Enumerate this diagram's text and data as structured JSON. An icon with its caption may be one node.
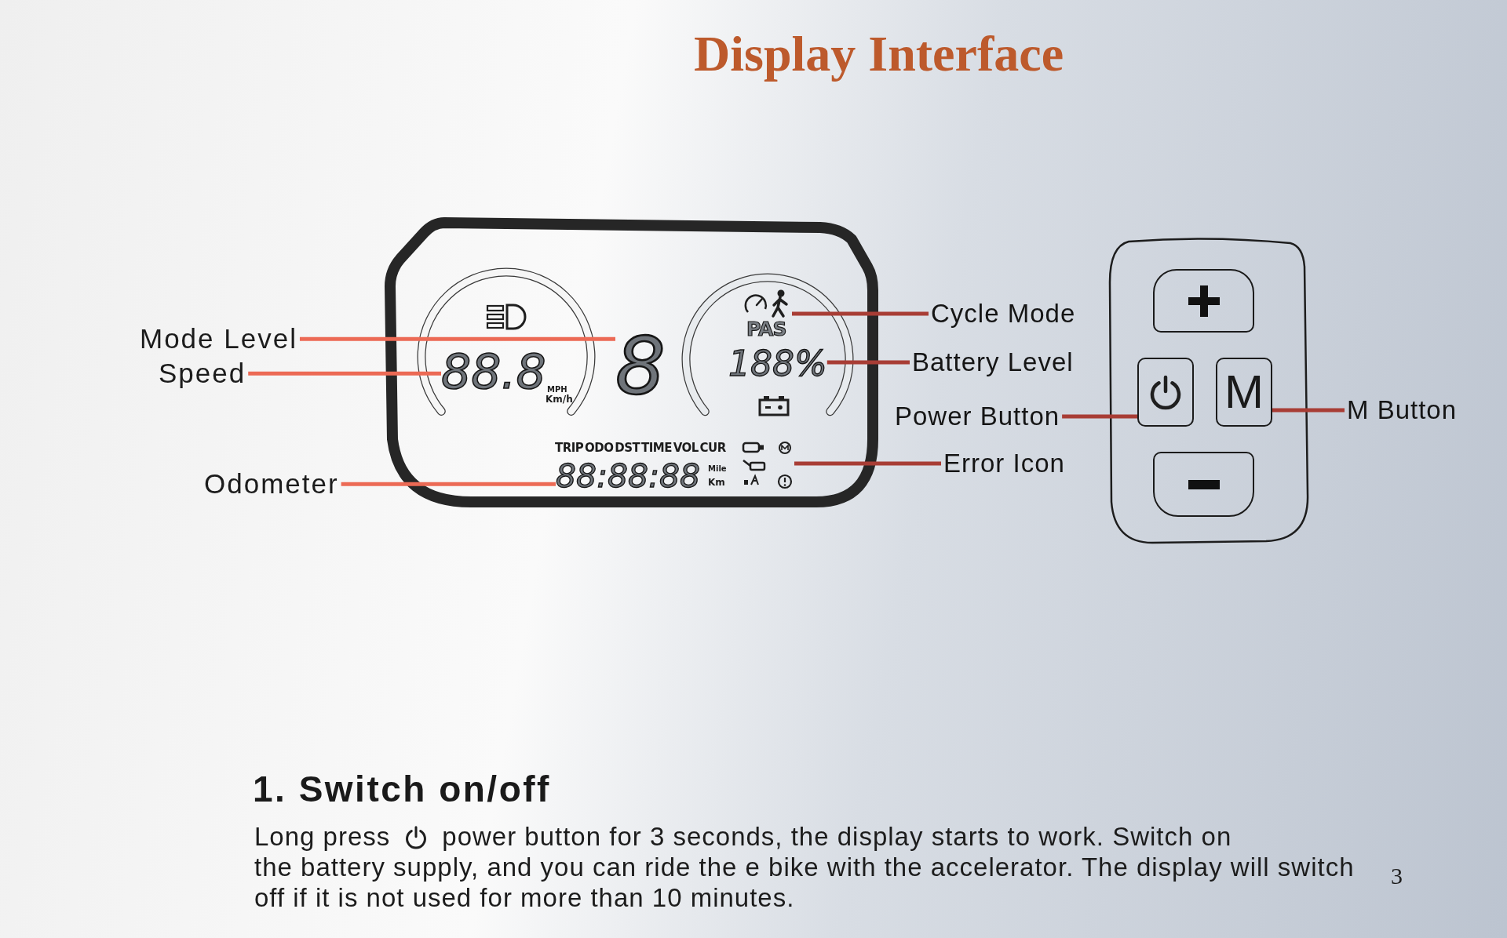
{
  "diagram": {
    "title": "Display Interface",
    "nodes": [
      {
        "text": [
          "Mode Level"
        ]
      },
      {
        "text": [
          "Speed"
        ]
      },
      {
        "text": [
          "Odometer"
        ]
      },
      {
        "text": [
          "88.8"
        ]
      },
      {
        "text": [
          "8"
        ]
      },
      {
        "text": [
          "88:88:88"
        ]
      },
      {
        "text": [],
        "shape": "picture"
      },
      {
        "text": [
          "188%"
        ]
      },
      {
        "text": [],
        "shape": "picture"
      },
      {
        "text": [
          "Cycle Mode"
        ]
      },
      {
        "text": [
          "Battery Level"
        ]
      },
      {
        "text": [
          "Power Button"
        ]
      },
      {
        "text": [
          "Error Icon"
        ]
      },
      {
        "text": [],
        "shape": "box"
      },
      {
        "text": [],
        "shape": "box"
      },
      {
        "text": [
          "M"
        ]
      },
      {
        "text": [],
        "shape": "box"
      },
      {
        "text": [
          "M Button"
        ]
      }
    ],
    "edges": [
      {
        "from": 0,
        "to": 4,
        "arrow": "none",
        "color": "#ec6a55"
      },
      {
        "from": 1,
        "to": 3,
        "arrow": "none",
        "color": "#ec6a55"
      },
      {
        "from": 2,
        "to": 5,
        "arrow": "none",
        "color": "#ec6a55"
      },
      {
        "from": 9,
        "to": 6,
        "arrow": "none"
      },
      {
        "from": 10,
        "to": 7,
        "arrow": "none"
      },
      {
        "from": 11,
        "to": 14,
        "arrow": "none"
      },
      {
        "from": 12,
        "to": 8,
        "arrow": "none"
      },
      {
        "from": 17,
        "to": 15,
        "arrow": "none"
      }
    ],
    "labels": [
      "PAS",
      "MPH",
      "Km/h",
      "TRIP ODO DST TIME VOL CUR",
      "Mile",
      "Km",
      "1. Switch on/off",
      "Long press",
      "power button for 3 seconds, the display starts to work. Switch on",
      "the battery supply, and you can ride the e bike with the accelerator. The display will switch off if it is not used for more than 10 minutes.",
      "3"
    ]
  }
}
